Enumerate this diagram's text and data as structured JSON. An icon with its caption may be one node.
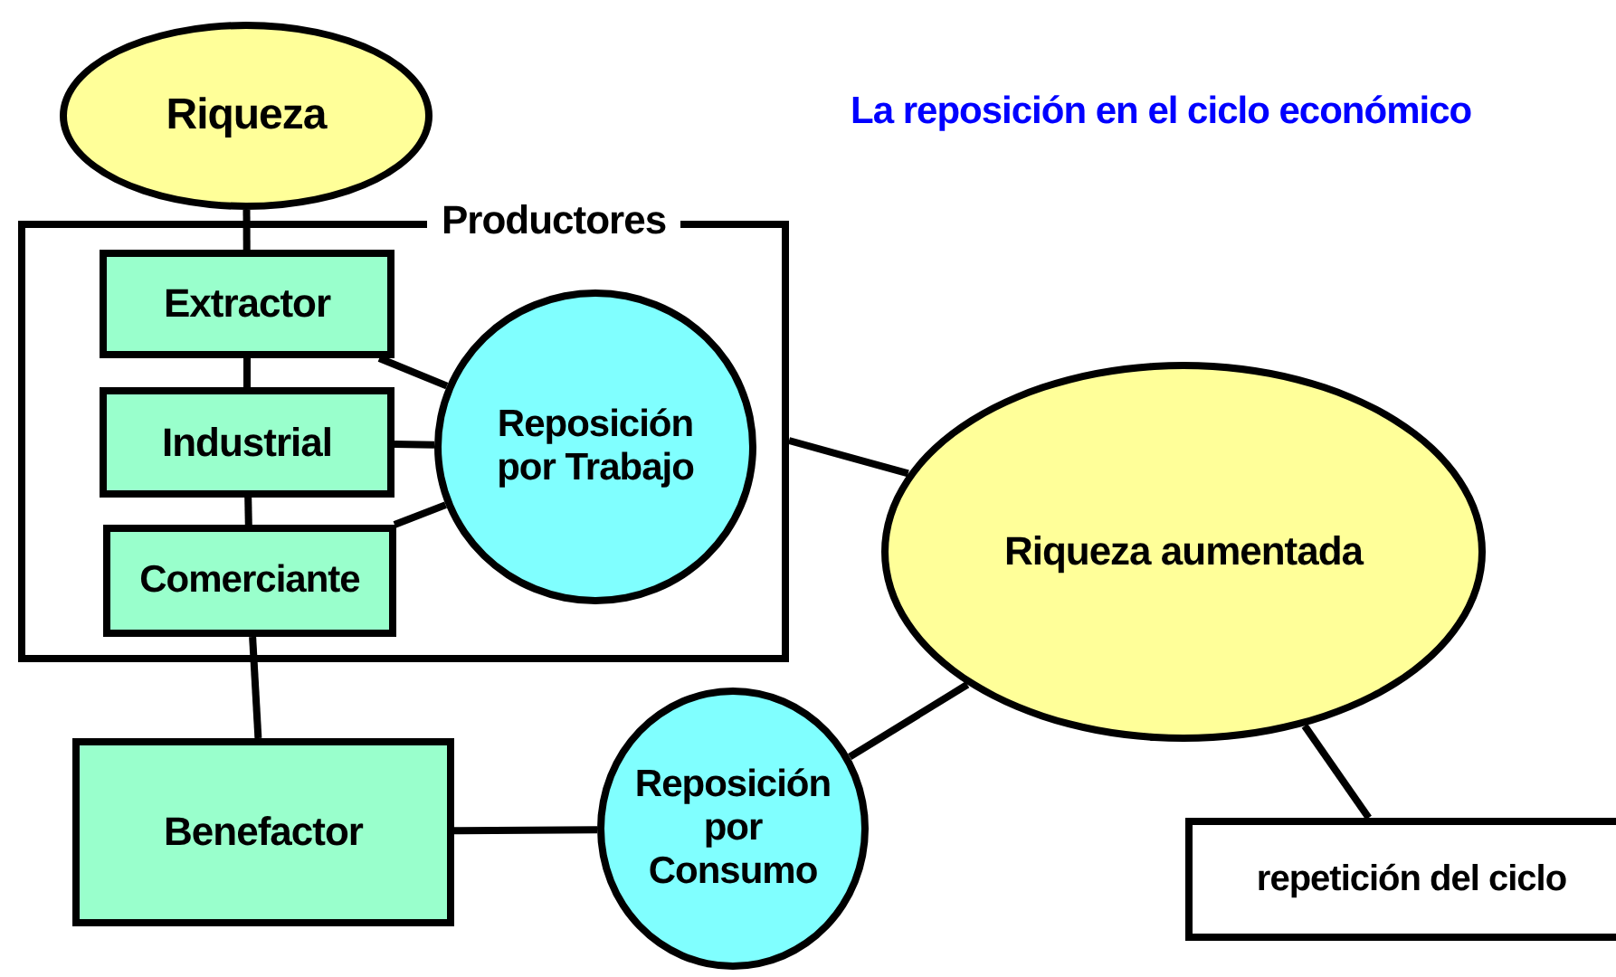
{
  "diagram": {
    "title": "La reposición en el ciclo económico",
    "nodes": [
      {
        "text": [
          "Riqueza"
        ]
      },
      {
        "text": [
          "Productores"
        ]
      },
      {
        "text": [
          "Extractor"
        ],
        "in": 1
      },
      {
        "text": [
          "Industrial"
        ],
        "in": 1
      },
      {
        "text": [
          "Comerciante"
        ],
        "in": 1
      },
      {
        "text": [
          "Reposición por Trabajo"
        ],
        "in": 1
      },
      {
        "text": [
          "Riqueza aumentada"
        ]
      },
      {
        "text": [
          "Benefactor"
        ]
      },
      {
        "text": [
          "Reposición por Consumo"
        ]
      },
      {
        "text": [
          "repetición del ciclo"
        ]
      }
    ],
    "edges": [
      {
        "from": 0,
        "to": 2,
        "arrow": "none"
      },
      {
        "from": 2,
        "to": 3,
        "arrow": "none"
      },
      {
        "from": 3,
        "to": 4,
        "arrow": "none"
      },
      {
        "from": 2,
        "to": 5,
        "arrow": "none"
      },
      {
        "from": 3,
        "to": 5,
        "arrow": "none"
      },
      {
        "from": 4,
        "to": 5,
        "arrow": "none"
      },
      {
        "from": 4,
        "to": 7,
        "arrow": "none"
      },
      {
        "from": 1,
        "to": 6,
        "arrow": "none"
      },
      {
        "from": 7,
        "to": 8,
        "arrow": "none"
      },
      {
        "from": 8,
        "to": 6,
        "arrow": "none"
      },
      {
        "from": 6,
        "to": 9,
        "arrow": "none"
      }
    ]
  }
}
